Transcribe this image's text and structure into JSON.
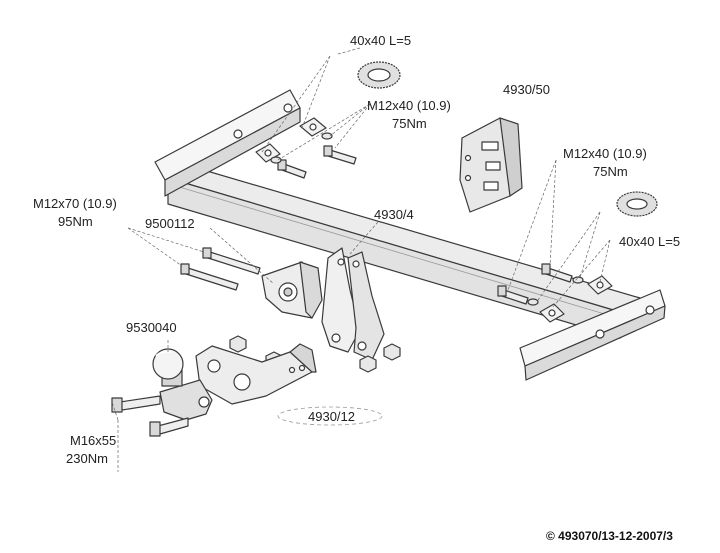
{
  "labels": {
    "washer_top": "40x40 L=5",
    "bolt_top_spec": "M12x40 (10.9)",
    "bolt_top_torque": "75Nm",
    "bracket_part": "4930/50",
    "bolt_right_spec": "M12x40 (10.9)",
    "bolt_right_torque": "75Nm",
    "washer_right": "40x40 L=5",
    "bolt_left_spec": "M12x70 (10.9)",
    "bolt_left_torque": "95Nm",
    "socket_plate_part": "9500112",
    "crossbar_part": "4930/4",
    "ball_part": "9530040",
    "bolt_ball_spec": "M16x55",
    "bolt_ball_torque": "230Nm",
    "arm_part": "4930/12",
    "copyright": "© 493070/13-12-2007/3"
  },
  "colors": {
    "line": "#3a3a3a",
    "fill": "#f2f2f2",
    "shade": "#d6d6d6",
    "dark": "#9a9a9a"
  }
}
